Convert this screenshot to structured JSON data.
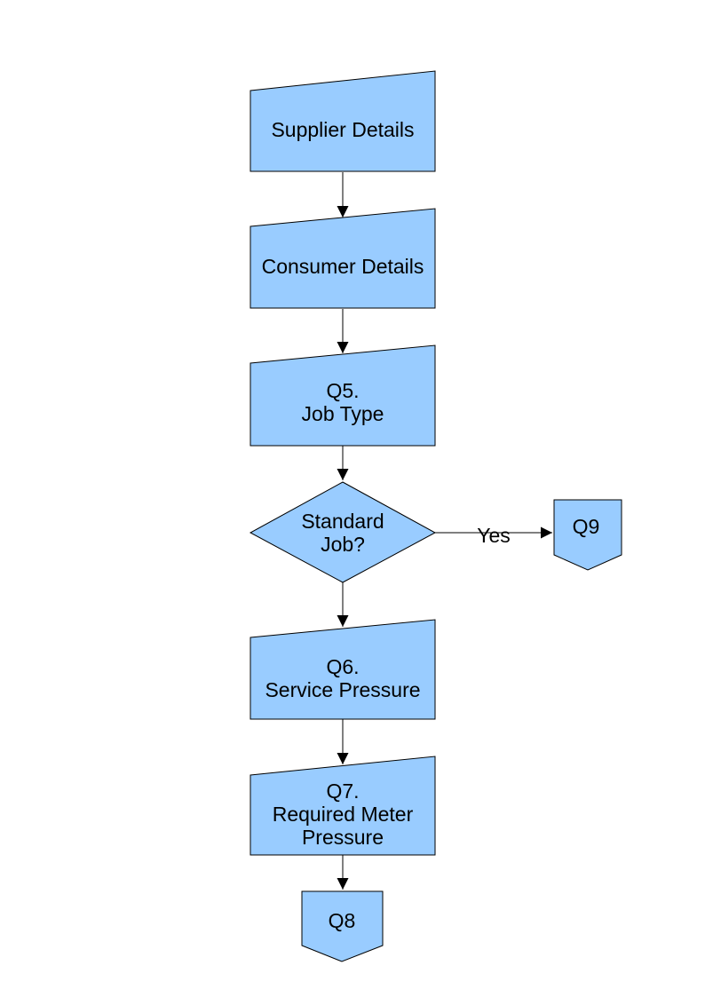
{
  "diagram": {
    "colors": {
      "background": "#FFFFFF",
      "shape_fill": "#99CCFF",
      "shape_stroke": "#000000",
      "connector": "#000000",
      "text": "#000000"
    },
    "nodes": {
      "supplier_details": {
        "type": "manual-input",
        "line1": "Supplier Details"
      },
      "consumer_details": {
        "type": "manual-input",
        "line1": "Consumer Details"
      },
      "q5_job_type": {
        "type": "manual-input",
        "line1": "Q5.",
        "line2": "Job Type"
      },
      "standard_job_decision": {
        "type": "decision",
        "line1": "Standard",
        "line2": "Job?"
      },
      "q9_connector": {
        "type": "off-page-connector",
        "label": "Q9"
      },
      "q6_service_pressure": {
        "type": "manual-input",
        "line1": "Q6.",
        "line2": "Service Pressure"
      },
      "q7_required_meter_pressure": {
        "type": "manual-input",
        "line1": "Q7.",
        "line2": "Required Meter",
        "line3": "Pressure"
      },
      "q8_connector": {
        "type": "off-page-connector",
        "label": "Q8"
      }
    },
    "edges": {
      "yes_branch_label": "Yes"
    }
  }
}
